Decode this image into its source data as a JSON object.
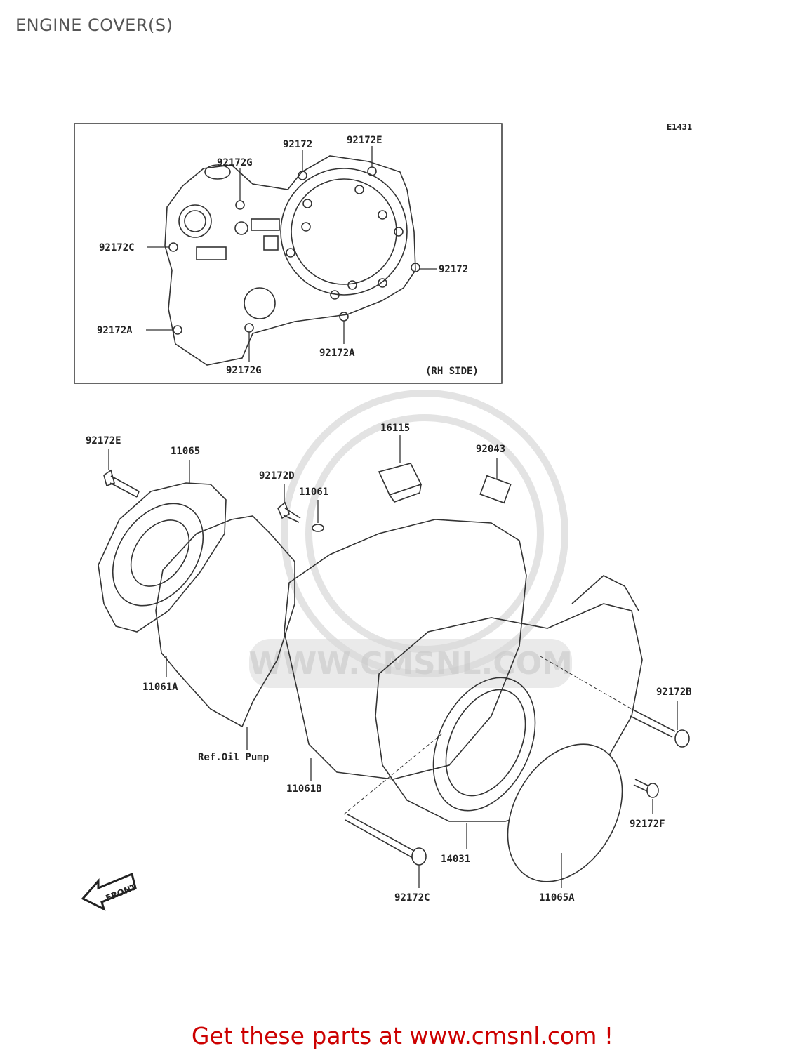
{
  "title": "ENGINE COVER(S)",
  "figure_code": "E1431",
  "inset": {
    "side_label": "(RH SIDE)"
  },
  "labels": {
    "inset_92172_top": "92172",
    "inset_92172E": "92172E",
    "inset_92172G_top": "92172G",
    "inset_92172C": "92172C",
    "inset_92172_right": "92172",
    "inset_92172A_left": "92172A",
    "inset_92172A_bottom": "92172A",
    "inset_92172G_bottom": "92172G",
    "p_92172E": "92172E",
    "p_11065": "11065",
    "p_92172D": "92172D",
    "p_11061": "11061",
    "p_16115": "16115",
    "p_92043": "92043",
    "p_11061A": "11061A",
    "p_ref_oil_pump": "Ref.Oil Pump",
    "p_11061B": "11061B",
    "p_92172B": "92172B",
    "p_92172F": "92172F",
    "p_14031": "14031",
    "p_92172C": "92172C",
    "p_11065A": "11065A"
  },
  "front_label": "FRONT",
  "watermark_text": "WWW.CMSNL.COM",
  "footer_text": "Get these parts at www.cmsnl.com !"
}
